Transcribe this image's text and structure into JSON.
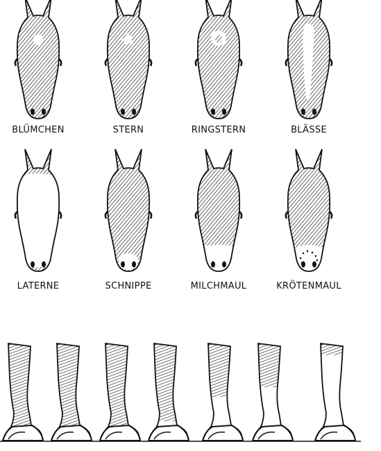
{
  "face_markings": [
    {
      "label": "BLÜMCHEN",
      "marking": "bluemchen"
    },
    {
      "label": "STERN",
      "marking": "stern"
    },
    {
      "label": "RINGSTERN",
      "marking": "ringstern"
    },
    {
      "label": "BLÄSSE",
      "marking": "blaesse"
    },
    {
      "label": "LATERNE",
      "marking": "laterne"
    },
    {
      "label": "SCHNIPPE",
      "marking": "schnippe"
    },
    {
      "label": "MILCHMAUL",
      "marking": "milchmaul"
    },
    {
      "label": "KRÖTENMAUL",
      "marking": "kroetenmaul"
    }
  ],
  "leg_markings": [
    {
      "white": 0.0
    },
    {
      "white": 0.05
    },
    {
      "white": 0.12
    },
    {
      "white": 0.2
    },
    {
      "white": 0.45
    },
    {
      "white": 0.55
    },
    {
      "white": 0.88
    }
  ],
  "colors": {
    "ink": "#111111",
    "paper": "#ffffff"
  }
}
